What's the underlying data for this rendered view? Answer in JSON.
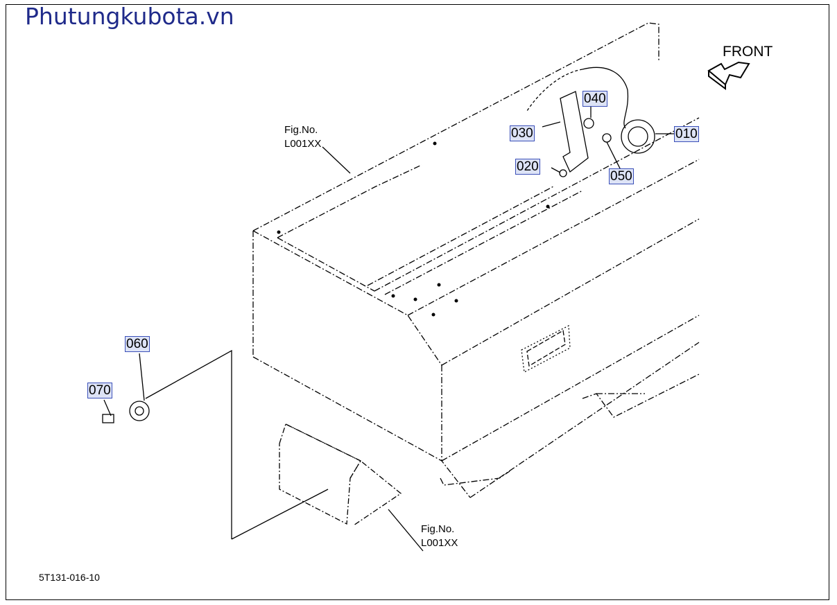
{
  "watermark": "Phutungkubota.vn",
  "front_label": "FRONT",
  "figure_refs": [
    {
      "line1": "Fig.No.",
      "line2": "L001XX"
    },
    {
      "line1": "Fig.No.",
      "line2": "L001XX"
    }
  ],
  "parts": [
    "010",
    "020",
    "030",
    "040",
    "050",
    "060",
    "070"
  ],
  "drawing_code": "5T131-016-10",
  "colors": {
    "watermark": "#1f2a8a",
    "callout_fill": "#dde3f6",
    "callout_border": "#3a4fb8"
  }
}
